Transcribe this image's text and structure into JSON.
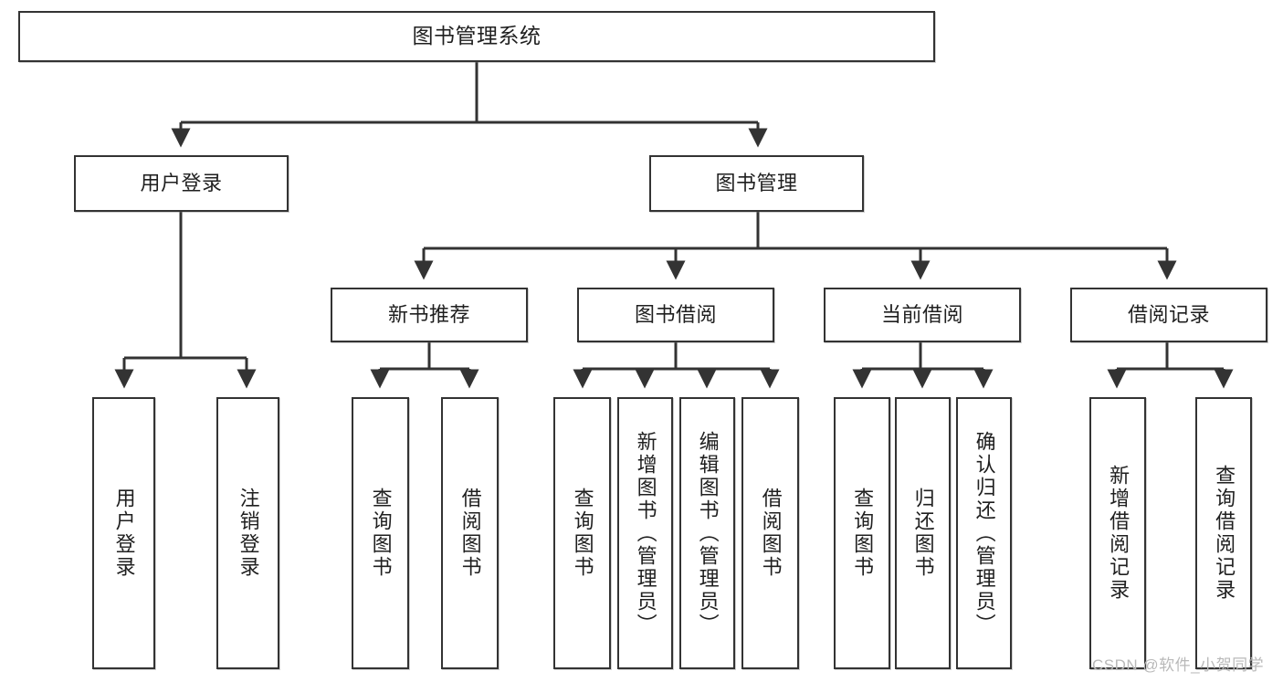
{
  "diagram": {
    "title": "图书管理系统",
    "type": "functional-structure-tree",
    "watermark": "CSDN @软件_小贺同学",
    "colors": {
      "stroke": "#333333",
      "fill": "#ffffff",
      "text": "#1f1f1f",
      "watermark": "#b9b9b9"
    },
    "levels": {
      "root": {
        "label": "图书管理系统"
      },
      "level2": [
        {
          "id": "user-login",
          "label": "用户登录"
        },
        {
          "id": "book-manage",
          "label": "图书管理"
        }
      ],
      "level3": [
        {
          "id": "new-book-recommend",
          "label": "新书推荐"
        },
        {
          "id": "book-borrow",
          "label": "图书借阅"
        },
        {
          "id": "current-borrow",
          "label": "当前借阅"
        },
        {
          "id": "borrow-record",
          "label": "借阅记录"
        }
      ],
      "leaves": [
        {
          "id": "leaf-user-login",
          "label": "用户登录",
          "parent": "user-login"
        },
        {
          "id": "leaf-user-logout",
          "label": "注销登录",
          "parent": "user-login"
        },
        {
          "id": "leaf-query-book-1",
          "label": "查询图书",
          "parent": "new-book-recommend"
        },
        {
          "id": "leaf-borrow-book-1",
          "label": "借阅图书",
          "parent": "new-book-recommend"
        },
        {
          "id": "leaf-query-book-2",
          "label": "查询图书",
          "parent": "book-borrow"
        },
        {
          "id": "leaf-add-book",
          "label": "新增图书（管理员）",
          "parent": "book-borrow"
        },
        {
          "id": "leaf-edit-book",
          "label": "编辑图书（管理员）",
          "parent": "book-borrow"
        },
        {
          "id": "leaf-borrow-book-2",
          "label": "借阅图书",
          "parent": "book-borrow"
        },
        {
          "id": "leaf-query-book-3",
          "label": "查询图书",
          "parent": "current-borrow"
        },
        {
          "id": "leaf-return-book",
          "label": "归还图书",
          "parent": "current-borrow"
        },
        {
          "id": "leaf-confirm-return",
          "label": "确认归还（管理员）",
          "parent": "current-borrow"
        },
        {
          "id": "leaf-add-record",
          "label": "新增借阅记录",
          "parent": "borrow-record"
        },
        {
          "id": "leaf-query-record",
          "label": "查询借阅记录",
          "parent": "borrow-record"
        }
      ]
    }
  }
}
